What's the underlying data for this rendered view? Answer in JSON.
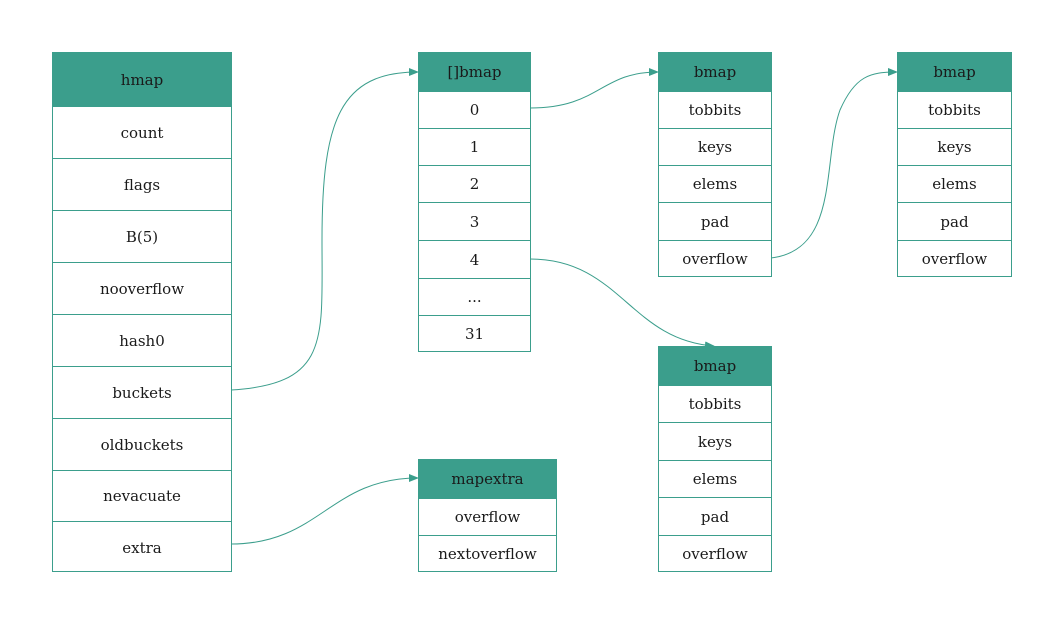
{
  "hmap": {
    "title": "hmap",
    "fields": [
      "count",
      "flags",
      "B(5)",
      "nooverflow",
      "hash0",
      "buckets",
      "oldbuckets",
      "nevacuate",
      "extra"
    ]
  },
  "bucket_array": {
    "title": "[]bmap",
    "indices": [
      "0",
      "1",
      "2",
      "3",
      "4",
      "...",
      "31"
    ]
  },
  "bmap_a": {
    "title": "bmap",
    "fields": [
      "tobbits",
      "keys",
      "elems",
      "pad",
      "overflow"
    ]
  },
  "bmap_overflow": {
    "title": "bmap",
    "fields": [
      "tobbits",
      "keys",
      "elems",
      "pad",
      "overflow"
    ]
  },
  "bmap_b": {
    "title": "bmap",
    "fields": [
      "tobbits",
      "keys",
      "elems",
      "pad",
      "overflow"
    ]
  },
  "mapextra": {
    "title": "mapextra",
    "fields": [
      "overflow",
      "nextoverflow"
    ]
  },
  "colors": {
    "accent": "#3b9e8c",
    "background": "#ffffff",
    "text": "#1a1a1a"
  }
}
